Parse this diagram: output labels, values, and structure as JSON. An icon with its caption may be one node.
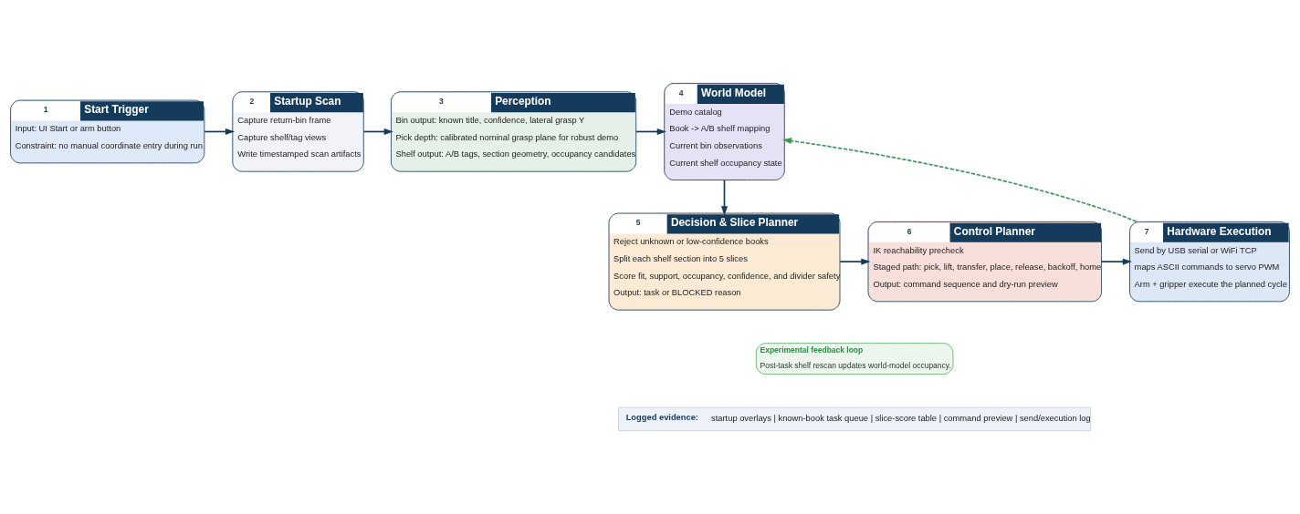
{
  "diagram": {
    "nodes": [
      {
        "text": [
          "1",
          "Start Trigger",
          "Input: UI Start or arm button",
          "Constraint: no manual coordinate entry during run"
        ]
      },
      {
        "text": [
          "2",
          "Startup Scan",
          "Capture return-bin frame",
          "Capture shelf/tag views",
          "Write timestamped scan artifacts"
        ]
      },
      {
        "text": [
          "3",
          "Perception",
          "Bin output: known title, confidence, lateral grasp Y",
          "Pick depth: calibrated nominal grasp plane for robust demo",
          "Shelf output: A/B tags, section geometry, occupancy candidates"
        ]
      },
      {
        "text": [
          "4",
          "World Model",
          "Demo catalog",
          "Book -> A/B shelf mapping",
          "Current bin observations",
          "Current shelf occupancy state"
        ]
      },
      {
        "text": [
          "5",
          "Decision & Slice Planner",
          "Reject unknown or low-confidence books",
          "Split each shelf section into 5 slices",
          "Score fit, support, occupancy, confidence, and divider safety",
          "Output: task or BLOCKED reason"
        ]
      },
      {
        "text": [
          "6",
          "Control Planner",
          "IK reachability precheck",
          "Staged path: pick, lift, transfer, place, release, backoff, home",
          "Output: command sequence and dry-run preview"
        ]
      },
      {
        "text": [
          "7",
          "Hardware Execution",
          "Send by USB serial or WiFi TCP",
          "maps ASCII commands to servo PWM",
          "Arm + gripper execute the planned cycle"
        ]
      },
      {
        "text": [
          "Experimental feedback loop",
          "Post-task shelf rescan updates world-model occupancy."
        ]
      },
      {
        "text": [
          "Logged evidence:",
          "startup overlays | known-book task queue | slice-score table | command preview | send/execution log"
        ]
      }
    ],
    "edges": [
      {
        "from": 0,
        "to": 1,
        "arrow": "to"
      },
      {
        "from": 1,
        "to": 2,
        "arrow": "to"
      },
      {
        "from": 2,
        "to": 3,
        "arrow": "to"
      },
      {
        "from": 3,
        "to": 4,
        "arrow": "to"
      },
      {
        "from": 4,
        "to": 5,
        "arrow": "to"
      },
      {
        "from": 5,
        "to": 6,
        "arrow": "to"
      },
      {
        "from": 6,
        "to": 3,
        "arrow": "to",
        "style": "dashed",
        "color": "#3a9a5a"
      }
    ]
  }
}
